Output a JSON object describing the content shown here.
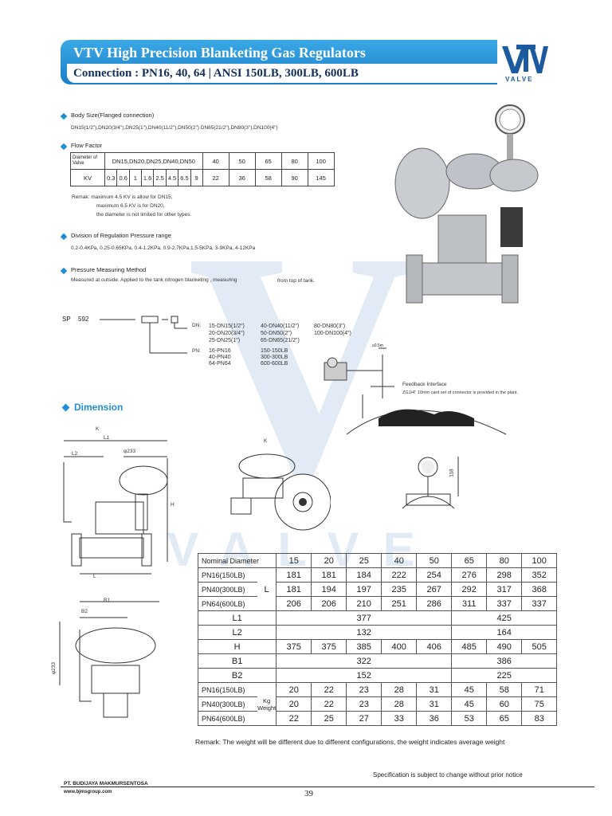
{
  "header": {
    "title": "VTV High Precision Blanketing Gas Regulators",
    "subtitle": "Connection : PN16, 40, 64 | ANSI 150LB, 300LB, 600LB",
    "logo_text": "VALVE"
  },
  "body_size": {
    "heading": "Body Size(Flanged connection)",
    "text": "DN15(1/2\"),DN20(3/4\"),DN25(1\"),DN40(11/2\"),DN50(2\") DN65(21/2\"),DN80(3\"),DN100(4\")"
  },
  "flow_factor": {
    "heading": "Flow Factor",
    "row1_label": "Diameter of Valve",
    "row1_group": "DN15,DN20,DN25,DN40,DN50",
    "row1_values": [
      "40",
      "50",
      "65",
      "80",
      "100"
    ],
    "row2_label": "KV",
    "row2_small": [
      "0.3",
      "0.6",
      "1",
      "1.6",
      "2.5",
      "4.5",
      "6.5",
      "9"
    ],
    "row2_values": [
      "22",
      "36",
      "58",
      "90",
      "145"
    ],
    "remark1": "Remak: maximum 4.5 KV is allow for DN15,",
    "remark2": "maximum 6.5 KV is for DN20,",
    "remark3": "the diameter is not limited for other types."
  },
  "pressure_range": {
    "heading": "Division of Regulation Pressure range",
    "text": "0.2-0.4KPa, 0.25-0.65KPa, 0.4-1.2KPa, 0.9-2.7KPa,1.5-5KPa, 3-9KPa, 4-12KPa"
  },
  "measuring": {
    "heading": "Pressure Measuring Method",
    "text": "Measured at outside. Applied to the tank nitrogen blanketing , measuring",
    "text2": "from top of tank."
  },
  "model_code": {
    "prefix": "SP",
    "number": "592",
    "dn_label": "DN:",
    "dn_col1": [
      "15-DN15(1/2\")",
      "20-DN20(3/4\")",
      "25-DN25(1\")"
    ],
    "dn_col2": [
      "40-DN40(11/2\")",
      "50-DN50(2\")",
      "65-DN65(21/2\")"
    ],
    "dn_col3": [
      "80-DN80(3\")",
      "100-DN100(4\")"
    ],
    "pn_label": "PN:",
    "pn_col1": [
      "16-PN16",
      "40-PN40",
      "64-PN64"
    ],
    "pn_col2": [
      "150-150LB",
      "300-300LB",
      "600-600LB"
    ]
  },
  "feedback": {
    "dim": "≥0.5m",
    "title": "Feedback Interface",
    "note": "ZG1/4\" 10mm card set of connector is provided in the plant."
  },
  "dimension": {
    "heading": "Dimension",
    "drawing_labels": {
      "k": "K",
      "l1": "L1",
      "l2": "L2",
      "phi": "φ233",
      "h": "H",
      "l": "L",
      "b1": "B1",
      "b2": "B2",
      "phi2": "φ233",
      "k2": "K",
      "d118": "118"
    }
  },
  "dim_table": {
    "header_label": "Nominal Diameter",
    "header_values": [
      "15",
      "20",
      "25",
      "40",
      "50",
      "65",
      "80",
      "100"
    ],
    "l_unit": "L",
    "kg_unit1": "Kg",
    "kg_unit2": "Weight",
    "rows": [
      {
        "label": "PN16(150LB)",
        "values": [
          "181",
          "181",
          "184",
          "222",
          "254",
          "276",
          "298",
          "352"
        ]
      },
      {
        "label": "PN40(300LB)",
        "values": [
          "181",
          "194",
          "197",
          "235",
          "267",
          "292",
          "317",
          "368"
        ]
      },
      {
        "label": "PN64(600LB)",
        "values": [
          "206",
          "206",
          "210",
          "251",
          "286",
          "311",
          "337",
          "337"
        ]
      }
    ],
    "merged": [
      {
        "label": "L1",
        "a": "377",
        "b": "425"
      },
      {
        "label": "L2",
        "a": "132",
        "b": "164"
      }
    ],
    "h_row": {
      "label": "H",
      "values": [
        "375",
        "375",
        "385",
        "400",
        "406",
        "485",
        "490",
        "505"
      ]
    },
    "merged2": [
      {
        "label": "B1",
        "a": "322",
        "b": "386"
      },
      {
        "label": "B2",
        "a": "152",
        "b": "225"
      }
    ],
    "weight_rows": [
      {
        "label": "PN16(150LB)",
        "values": [
          "20",
          "22",
          "23",
          "28",
          "31",
          "45",
          "58",
          "71"
        ]
      },
      {
        "label": "PN40(300LB)",
        "values": [
          "20",
          "22",
          "23",
          "28",
          "31",
          "45",
          "60",
          "75"
        ]
      },
      {
        "label": "PN64(600LB)",
        "values": [
          "22",
          "25",
          "27",
          "33",
          "36",
          "53",
          "65",
          "83"
        ]
      }
    ]
  },
  "remark": "Remark: The weight will be different due to different configurations, the weight indicates average weight",
  "spec_note": "Specification is subject to change without prior notice",
  "footer": {
    "company": "PT. BUDIJAYA MAKMURSENTOSA",
    "website": "www.bjmsgroup.com",
    "page": "39"
  },
  "colors": {
    "accent": "#1e8fd8",
    "header_dark": "#14305a"
  }
}
